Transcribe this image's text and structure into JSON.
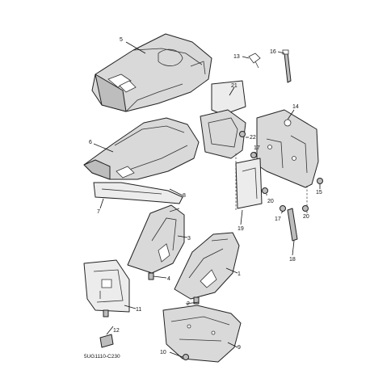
{
  "diagram": {
    "drawing_code": "5UG1110-C230",
    "callouts": [
      {
        "id": "c5",
        "label": "5"
      },
      {
        "id": "c13",
        "label": "13"
      },
      {
        "id": "c16",
        "label": "16"
      },
      {
        "id": "c21",
        "label": "21"
      },
      {
        "id": "c14",
        "label": "14"
      },
      {
        "id": "c22",
        "label": "22"
      },
      {
        "id": "c6",
        "label": "6"
      },
      {
        "id": "c17a",
        "label": "17"
      },
      {
        "id": "c8",
        "label": "8"
      },
      {
        "id": "c7",
        "label": "7"
      },
      {
        "id": "c15",
        "label": "15"
      },
      {
        "id": "c20a",
        "label": "20"
      },
      {
        "id": "c20b",
        "label": "20"
      },
      {
        "id": "c17b",
        "label": "17"
      },
      {
        "id": "c19",
        "label": "19"
      },
      {
        "id": "c3",
        "label": "3"
      },
      {
        "id": "c18",
        "label": "18"
      },
      {
        "id": "c1",
        "label": "1"
      },
      {
        "id": "c4",
        "label": "4"
      },
      {
        "id": "c2",
        "label": "2"
      },
      {
        "id": "c11",
        "label": "11"
      },
      {
        "id": "c12",
        "label": "12"
      },
      {
        "id": "c9",
        "label": "9"
      },
      {
        "id": "c10",
        "label": "10"
      }
    ]
  }
}
